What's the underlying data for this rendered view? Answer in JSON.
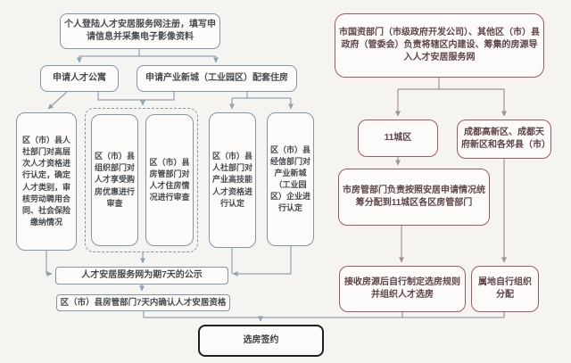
{
  "colors": {
    "page_bg": "#f5f4f1",
    "box_fill": "#fcfbf9",
    "left_border": "#7e97ab",
    "left_text": "#474b4f",
    "right_border": "#a25964",
    "right_text": "#5f4449",
    "final_border": "#1f1f1f",
    "final_text": "#3f3f3f",
    "connector_left": "#8fa3b3",
    "connector_right": "#a59094"
  },
  "nodes": {
    "register": "个人登陆人才安居服务网注册，填写申请信息并采集电子影像资料",
    "apply_apartment": "申请人才公寓",
    "apply_industrial": "申请产业新城（工业园区）配套住房",
    "review_hr_highlevel": "区（市）县人社部门对高层次人才资格进行认定，确定人才类别，审核劳动聘用合同、社会保险缴纳情况",
    "review_org": "区（市）县组织部门对人才享受购房优惠进行审查",
    "review_housing": "区（市）县房管部门对人才住房情况进行审查",
    "review_hr_skill": "区（市）县人社部门对产业高技能人才资格进行认定",
    "review_econ": "区（市）县经信部门对产业新城（工业园区）企业进行认定",
    "publicity": "人才安居服务网为期7天的公示",
    "confirm": "区（市）县房管部门7天内确认人才安居资格",
    "source_import": "市国资部门（市级政府开发公司）、其他区（市）县政府（管委会）负责将辖区内建设、筹集的房源导入人才安居服务网",
    "districts_11": "11城区",
    "other_districts": "成都高新区、成都天府新区和各郊县（市）",
    "allocate": "市房管部门负责按照安居申请情况统筹分配到11城区各区房管部门",
    "receive_rules": "接收房源后自行制定选房规则并组织人才选房",
    "local_allocate": "属地自行组织分配",
    "sign": "选房签约"
  }
}
